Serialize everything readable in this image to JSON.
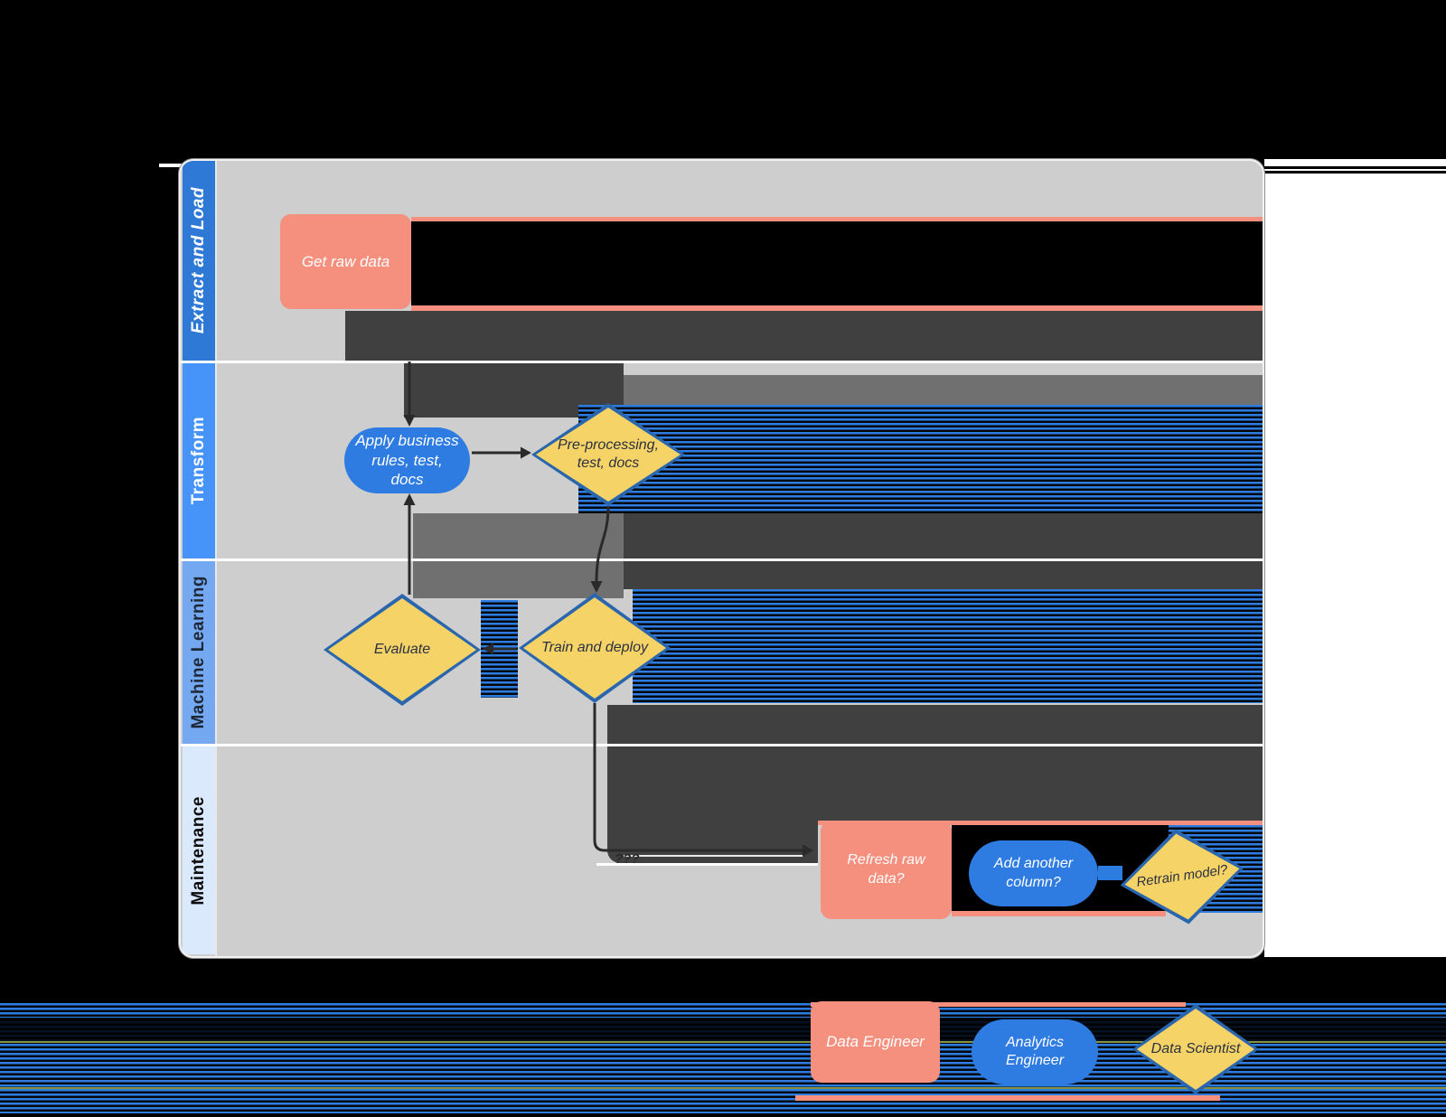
{
  "lanes": [
    {
      "label": "Extract and Load"
    },
    {
      "label": "Transform"
    },
    {
      "label": "Machine Learning"
    },
    {
      "label": "Maintenance"
    }
  ],
  "nodes": {
    "get_raw_data": {
      "label": "Get raw data"
    },
    "apply_rules": {
      "label": "Apply business rules, test, docs"
    },
    "preprocessing": {
      "label": "Pre-processing, test, docs"
    },
    "evaluate": {
      "label": "Evaluate"
    },
    "train_deploy": {
      "label": "Train and deploy"
    },
    "refresh_raw": {
      "label": "Refresh raw data?"
    },
    "add_column": {
      "label": "Add another column?"
    },
    "retrain": {
      "label": "Retrain model?"
    }
  },
  "edges": {
    "unknown_label": "???"
  },
  "legend": {
    "data_engineer": "Data Engineer",
    "analytics_engineer": "Analytics Engineer",
    "data_scientist": "Data Scientist"
  },
  "colors": {
    "salmon": "#f58f7e",
    "process_blue": "#2e7ce2",
    "decision_yellow": "#f6d366",
    "decision_border": "#2a66ad",
    "lane1_header": "#2e78d6",
    "lane2_header": "#4694fa",
    "lane3_header": "#74a8f0",
    "lane4_header": "#dbe9fc",
    "lane_background": "#cecece",
    "artifact_charcoal": "#404040",
    "artifact_gray": "#707070",
    "stripe_blue": "#2d7ce1"
  }
}
